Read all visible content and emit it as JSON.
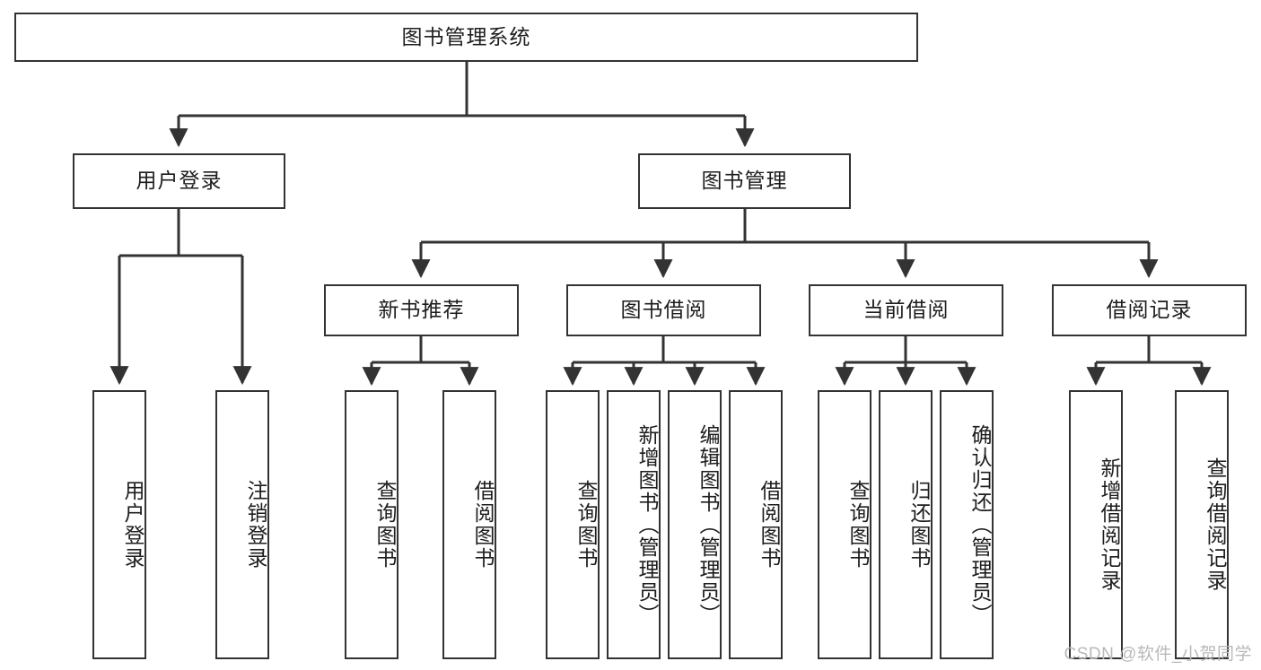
{
  "diagram": {
    "title": "图书管理系统",
    "type": "tree",
    "colors": {
      "stroke": "#333333",
      "fill": "#ffffff",
      "text": "#1d1d1d",
      "watermark": "#b9b9b9"
    },
    "watermark": "CSDN @软件_小贺同学",
    "nodes": {
      "root": "图书管理系统",
      "user_login": "用户登录",
      "book_manage": "图书管理",
      "new_book_recommend": "新书推荐",
      "book_borrow": "图书借阅",
      "current_borrow": "当前借阅",
      "borrow_record": "借阅记录",
      "leaf_user_login": "用户登录",
      "leaf_logout_login": "注销登录",
      "leaf_query_book_1": "查询图书",
      "leaf_borrow_book_1": "借阅图书",
      "leaf_query_book_2": "查询图书",
      "leaf_add_book_admin": "新增图书（管理员）",
      "leaf_edit_book_admin": "编辑图书（管理员）",
      "leaf_borrow_book_2": "借阅图书",
      "leaf_query_book_3": "查询图书",
      "leaf_return_book": "归还图书",
      "leaf_confirm_return_admin": "确认归还（管理员）",
      "leaf_add_borrow_record": "新增借阅记录",
      "leaf_query_borrow_record": "查询借阅记录"
    },
    "edges": [
      {
        "from": "root",
        "to": "user_login"
      },
      {
        "from": "root",
        "to": "book_manage"
      },
      {
        "from": "user_login",
        "to": "leaf_user_login"
      },
      {
        "from": "user_login",
        "to": "leaf_logout_login"
      },
      {
        "from": "book_manage",
        "to": "new_book_recommend"
      },
      {
        "from": "book_manage",
        "to": "book_borrow"
      },
      {
        "from": "book_manage",
        "to": "current_borrow"
      },
      {
        "from": "book_manage",
        "to": "borrow_record"
      },
      {
        "from": "new_book_recommend",
        "to": "leaf_query_book_1"
      },
      {
        "from": "new_book_recommend",
        "to": "leaf_borrow_book_1"
      },
      {
        "from": "book_borrow",
        "to": "leaf_query_book_2"
      },
      {
        "from": "book_borrow",
        "to": "leaf_add_book_admin"
      },
      {
        "from": "book_borrow",
        "to": "leaf_edit_book_admin"
      },
      {
        "from": "book_borrow",
        "to": "leaf_borrow_book_2"
      },
      {
        "from": "current_borrow",
        "to": "leaf_query_book_3"
      },
      {
        "from": "current_borrow",
        "to": "leaf_return_book"
      },
      {
        "from": "current_borrow",
        "to": "leaf_confirm_return_admin"
      },
      {
        "from": "borrow_record",
        "to": "leaf_add_borrow_record"
      },
      {
        "from": "borrow_record",
        "to": "leaf_query_borrow_record"
      }
    ]
  }
}
